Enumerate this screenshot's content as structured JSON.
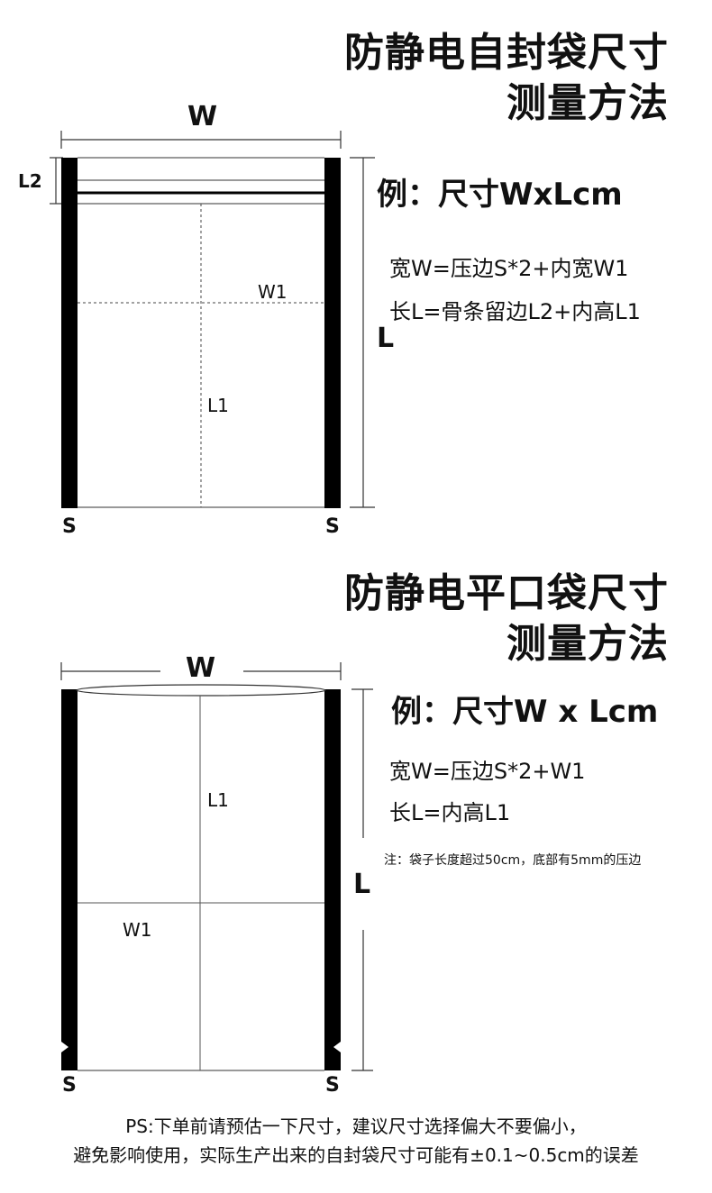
{
  "section1": {
    "title_line1": "防静电自封袋尺寸",
    "title_line2": "测量方法",
    "dim_w": "W",
    "dim_l": "L",
    "dim_l2": "L2",
    "label_w1": "W1",
    "label_l1": "L1",
    "label_s_left": "S",
    "label_s_right": "S",
    "example": "例：尺寸WxLcm",
    "formula_width": "宽W=压边S*2+内宽W1",
    "formula_length": "长L=骨条留边L2+内高L1"
  },
  "section2": {
    "title_line1": "防静电平口袋尺寸",
    "title_line2": "测量方法",
    "dim_w": "W",
    "dim_l": "L",
    "label_l1": "L1",
    "label_w1": "W1",
    "label_s_left": "S",
    "label_s_right": "S",
    "example": "例：尺寸W x Lcm",
    "formula_width": "宽W=压边S*2+W1",
    "formula_length": "长L=内高L1",
    "note": "注：袋子长度超过50cm，底部有5mm的压边"
  },
  "footer": {
    "line1": "PS:下单前请预估一下尺寸，建议尺寸选择偏大不要偏小，",
    "line2": "避免影响使用，实际生产出来的自封袋尺寸可能有±0.1~0.5cm的误差"
  }
}
